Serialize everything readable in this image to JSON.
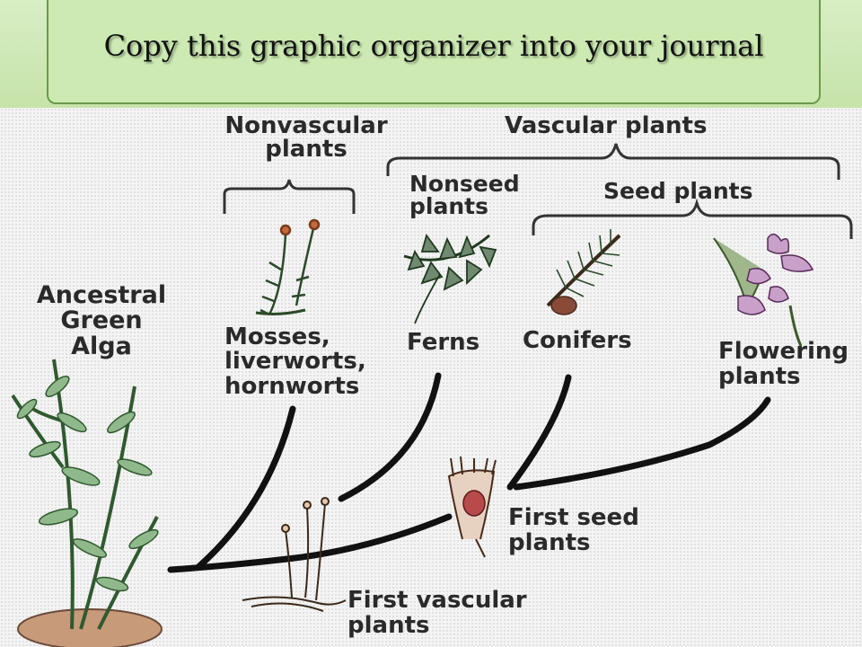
{
  "title": "Copy this graphic organizer into your journal",
  "labels": {
    "nonvascular": "Nonvascular\nplants",
    "vascular": "Vascular plants",
    "nonseed": "Nonseed\nplants",
    "seed": "Seed plants",
    "ancestral": "Ancestral\nGreen\nAlga",
    "mosses": "Mosses,\nliverworts,\nhornworts",
    "ferns": "Ferns",
    "conifers": "Conifers",
    "flowering": "Flowering\nplants",
    "first_seed": "First seed\nplants",
    "first_vascular": "First vascular\nplants"
  }
}
